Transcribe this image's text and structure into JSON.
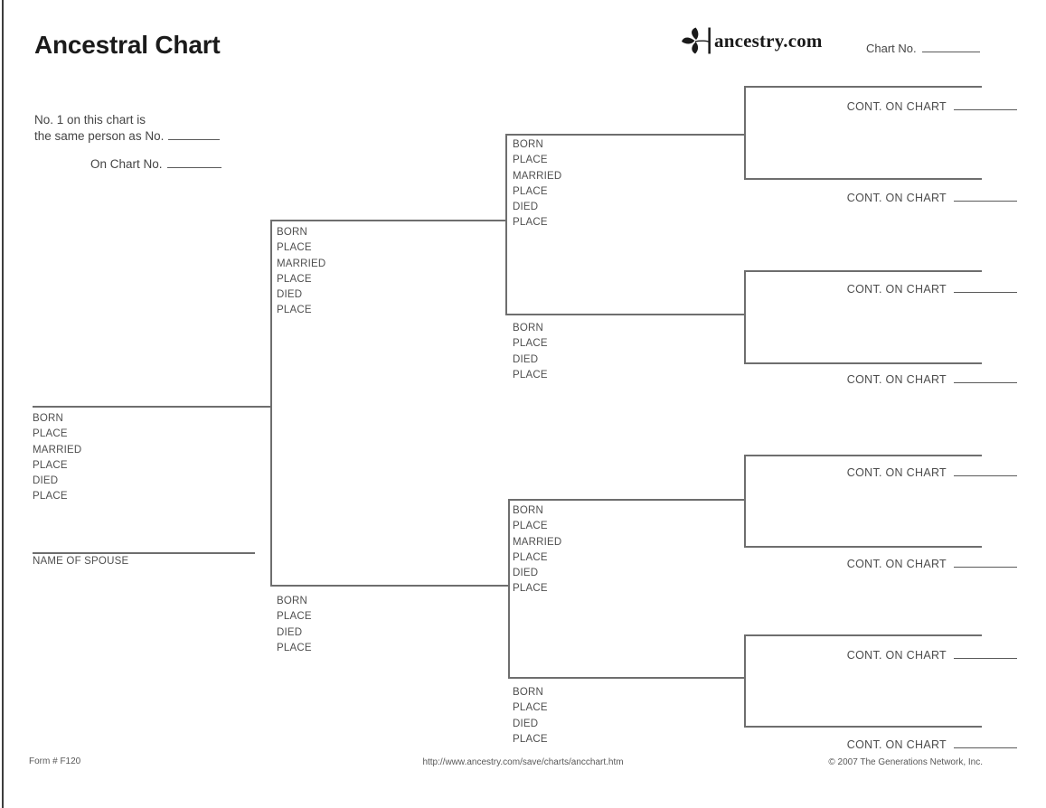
{
  "header": {
    "title": "Ancestral Chart",
    "brand": {
      "name": "ancestry.com",
      "icon": "ancestry-leaf-icon"
    },
    "chart_no_label": "Chart No.",
    "note": {
      "line1": "No. 1 on this chart is",
      "line2": "the same person as No.",
      "line3": "On Chart No."
    }
  },
  "chart": {
    "field_sets": {
      "full": [
        "BORN",
        "PLACE",
        "MARRIED",
        "PLACE",
        "DIED",
        "PLACE"
      ],
      "short": [
        "BORN",
        "PLACE",
        "DIED",
        "PLACE"
      ]
    },
    "spouse_label": "NAME OF SPOUSE",
    "cont_on_chart_label": "CONT. ON CHART",
    "cont_slot_count": 8
  },
  "footer": {
    "form_number": "Form # F120",
    "url": "http://www.ancestry.com/save/charts/ancchart.htm",
    "copyright": "© 2007 The Generations Network, Inc."
  }
}
